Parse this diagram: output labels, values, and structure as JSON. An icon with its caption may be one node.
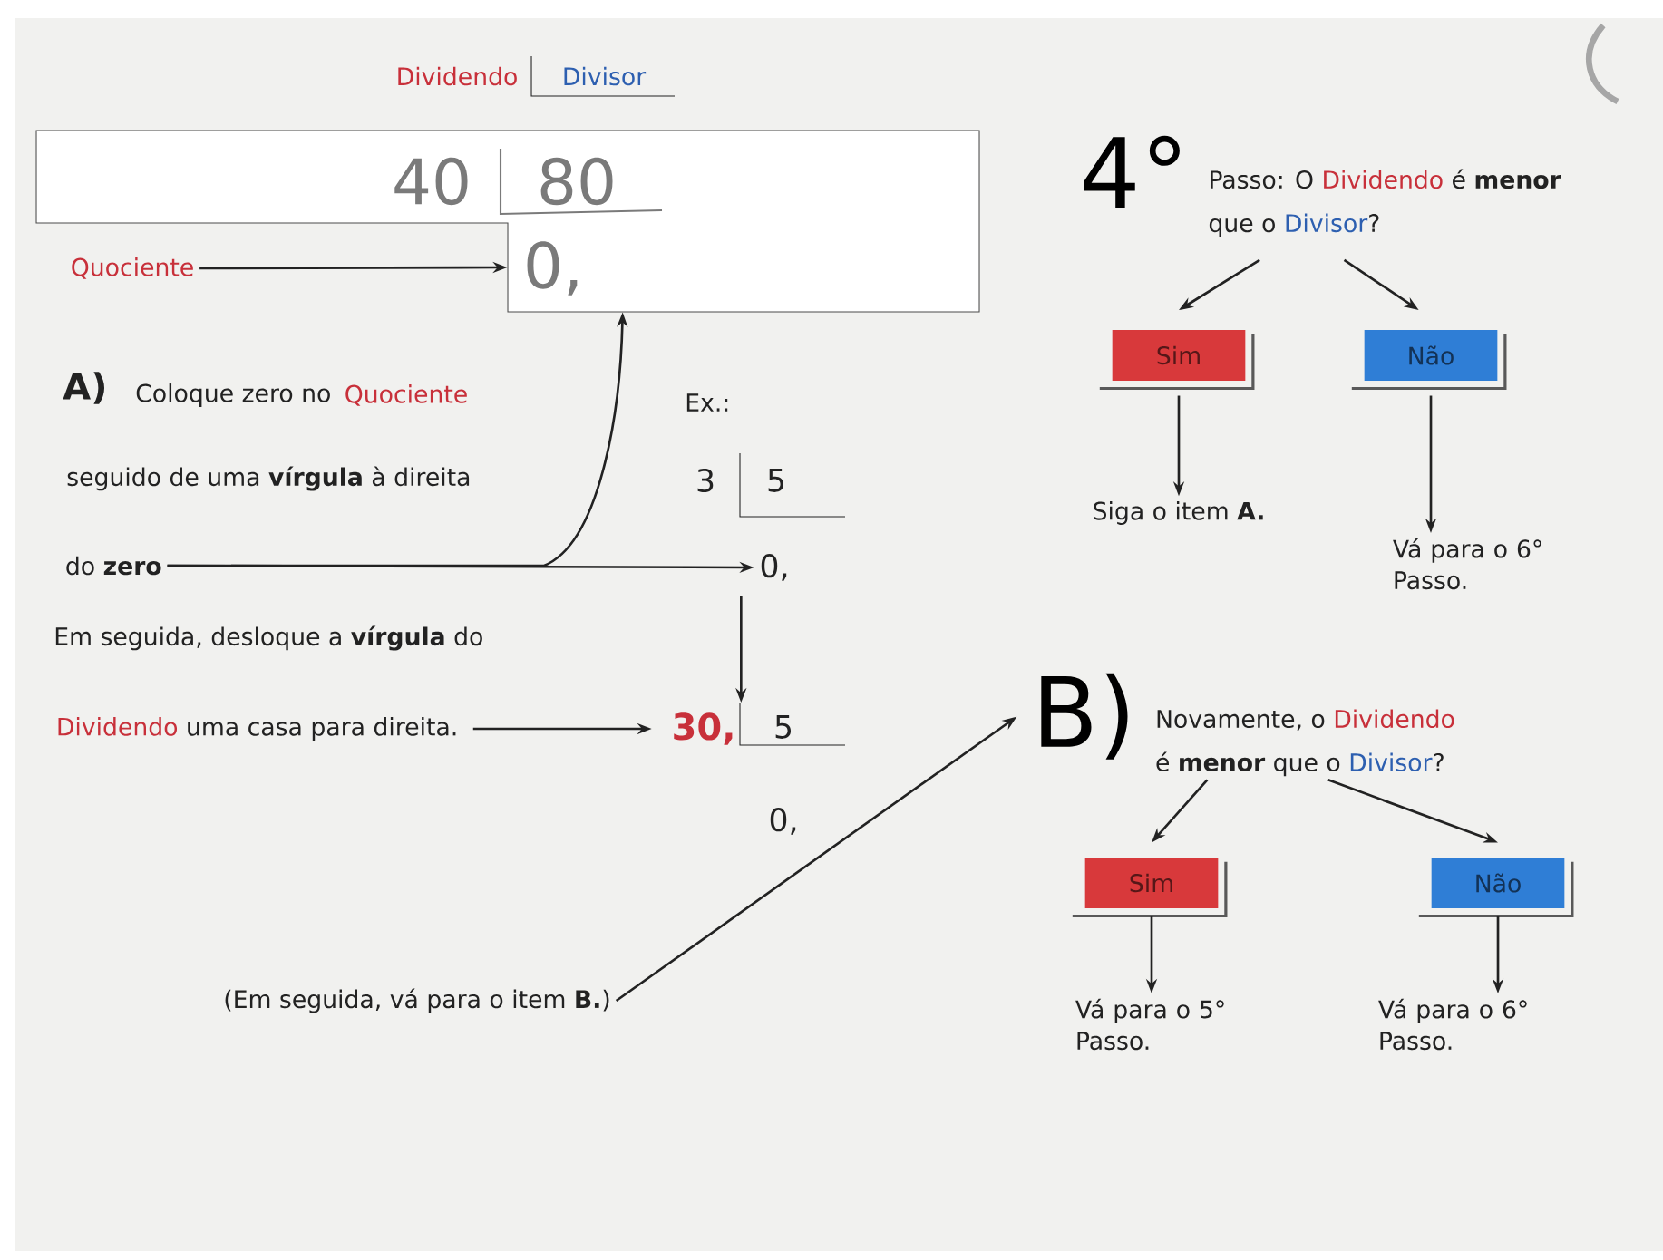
{
  "diagram": {
    "nodes": [
      {
        "text": [
          "40",
          "80",
          "0,"
        ]
      },
      {
        "text": [
          "Quociente"
        ]
      },
      {
        "text": [
          "do **zero**"
        ]
      },
      {
        "text": [
          "0,"
        ]
      },
      {
        "text": [
          "30,"
        ]
      },
      {
        "text": [
          "Dividendo",
          "uma casa para direita."
        ]
      },
      {
        "text": [
          "(Em seguida, vá para o item **B.**)"
        ]
      },
      {
        "text": [
          "4°",
          "Passo: O",
          "Dividendo",
          "é **menor**",
          "que o",
          "Divisor",
          "?"
        ]
      },
      {
        "text": [
          "Sim"
        ]
      },
      {
        "text": [
          "Não"
        ]
      },
      {
        "text": [
          "Siga o item **A.**"
        ]
      },
      {
        "text": [
          "Vá para o 6° Passo."
        ]
      },
      {
        "text": [
          "B)",
          "Novamente, o",
          "Dividendo",
          "é **menor** que o",
          "Divisor",
          "?"
        ]
      },
      {
        "text": [
          "Sim"
        ]
      },
      {
        "text": [
          "Não"
        ]
      },
      {
        "text": [
          "Vá para o 5° Passo."
        ]
      },
      {
        "text": [
          "Vá para o 6° Passo."
        ]
      }
    ],
    "edges": [
      {
        "from": 1,
        "to": 0,
        "arrow": "to"
      },
      {
        "from": 2,
        "to": 0,
        "arrow": "to"
      },
      {
        "from": 2,
        "to": 3,
        "arrow": "to"
      },
      {
        "from": 3,
        "to": 4,
        "arrow": "to"
      },
      {
        "from": 5,
        "to": 4,
        "arrow": "to"
      },
      {
        "from": 6,
        "to": 12,
        "arrow": "to"
      },
      {
        "from": 7,
        "to": 8,
        "arrow": "to"
      },
      {
        "from": 7,
        "to": 9,
        "arrow": "to"
      },
      {
        "from": 8,
        "to": 10,
        "arrow": "to"
      },
      {
        "from": 9,
        "to": 11,
        "arrow": "to"
      },
      {
        "from": 12,
        "to": 13,
        "arrow": "to"
      },
      {
        "from": 12,
        "to": 14,
        "arrow": "to"
      },
      {
        "from": 13,
        "to": 15,
        "arrow": "to"
      },
      {
        "from": 14,
        "to": 16,
        "arrow": "to"
      }
    ],
    "labels": [
      "Dividendo",
      "Divisor",
      "A)",
      "Coloque zero no",
      "Quociente",
      "seguido de uma **vírgula** à direita",
      "Ex.:",
      "3",
      "5",
      "Em seguida, desloque a **vírgula** do",
      "5",
      "0,"
    ]
  }
}
